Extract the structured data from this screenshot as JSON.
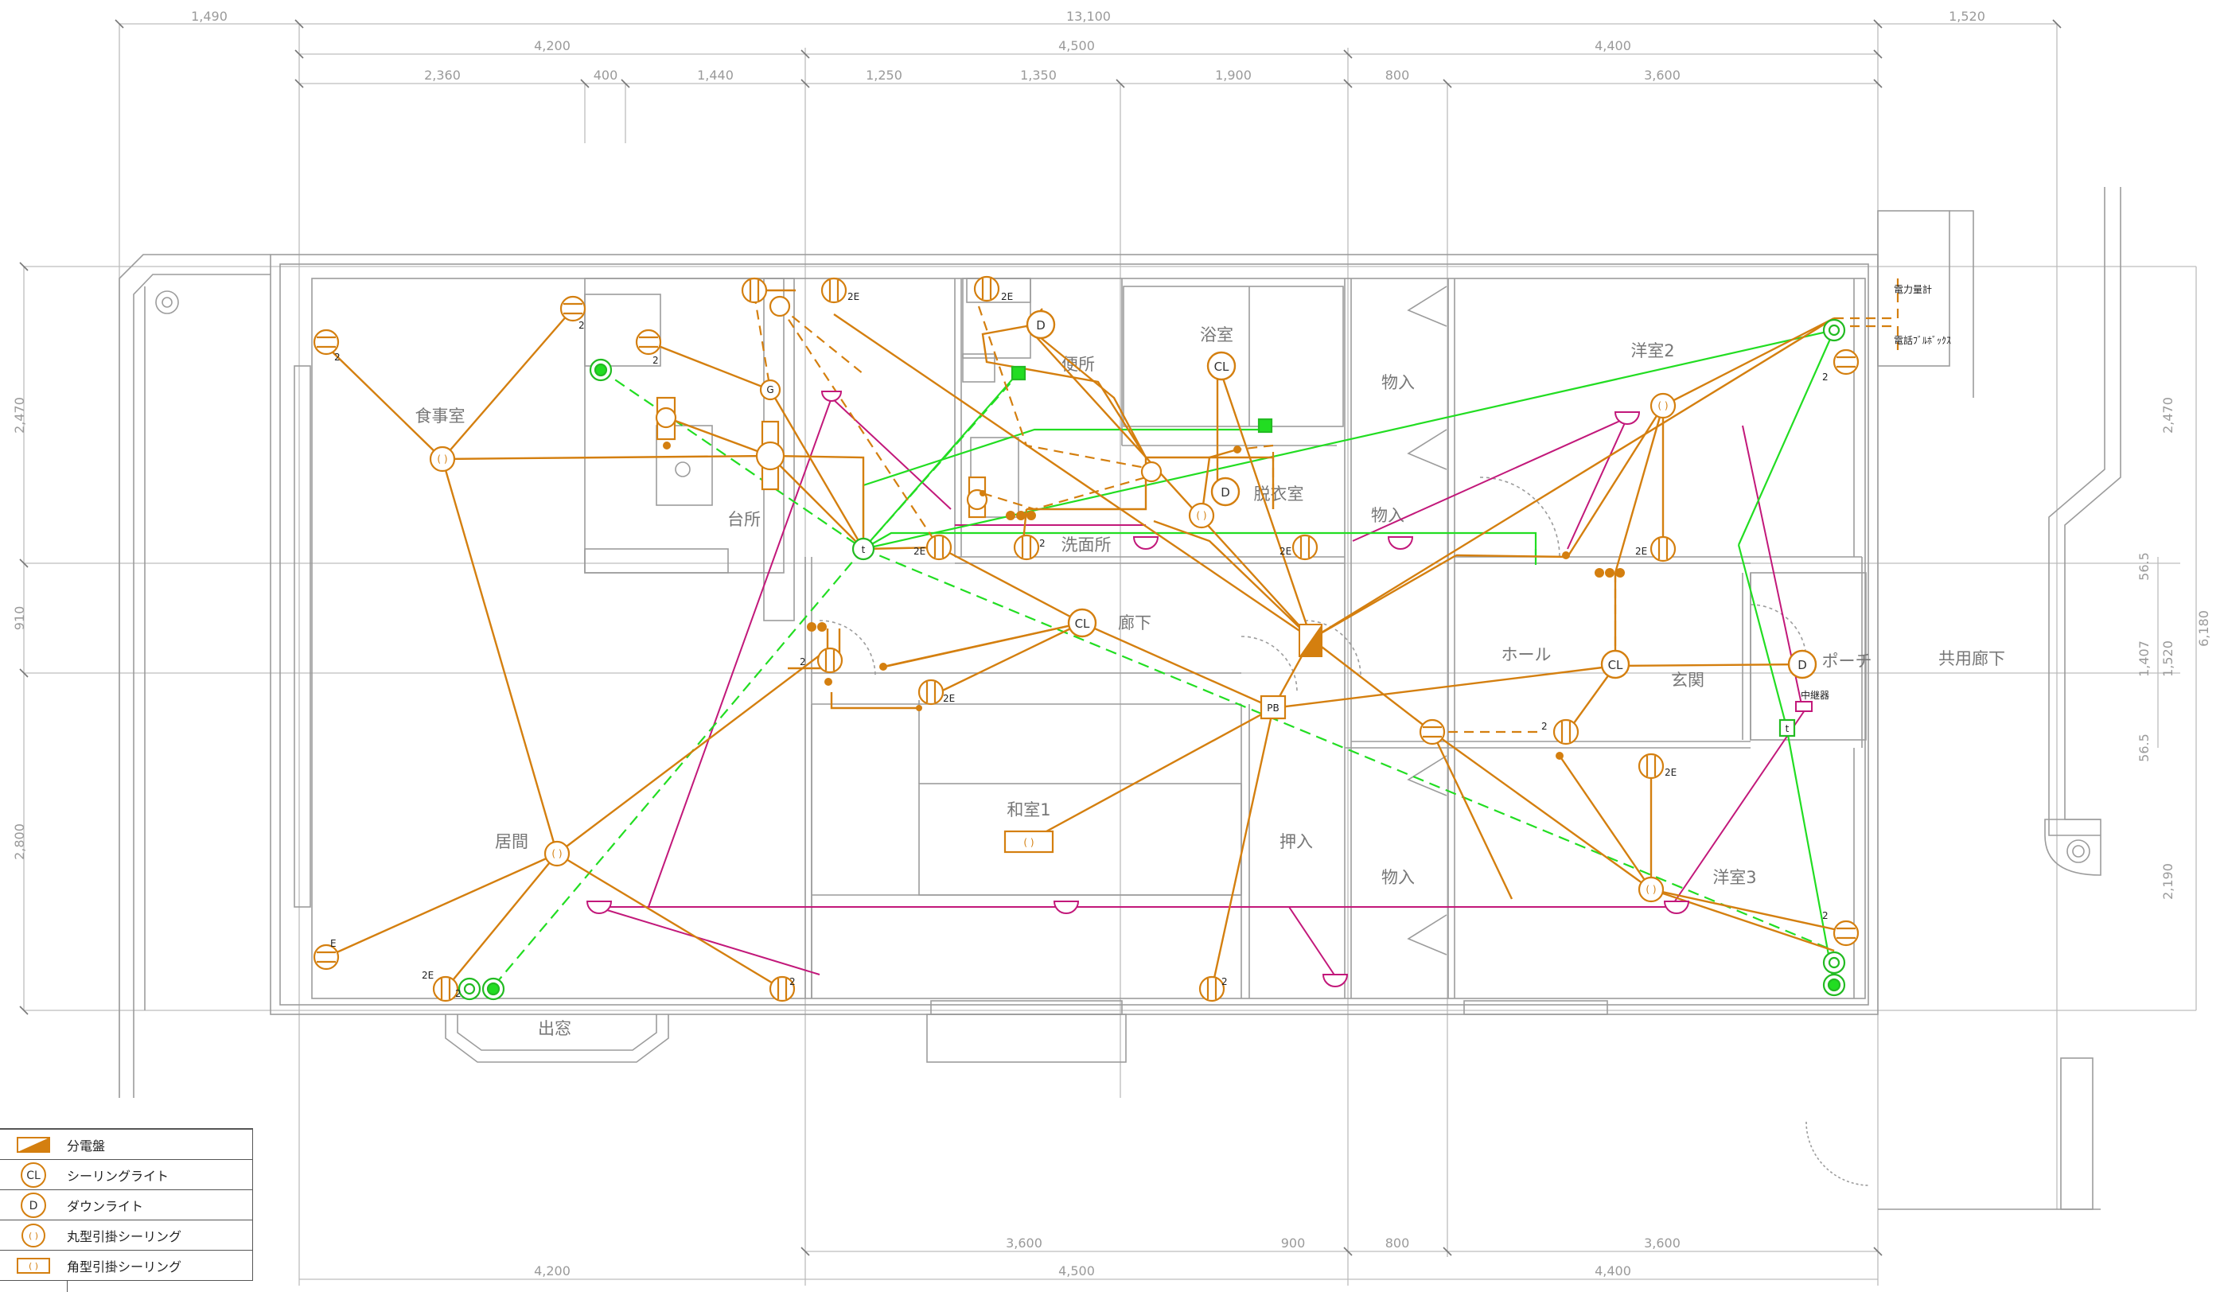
{
  "colors": {
    "wiring": "#d47f0f",
    "telecom": "#20dd20",
    "switch_line": "#c2187a",
    "grid": "#b8b8b8",
    "wall": "#9c9c9c"
  },
  "dimensions": {
    "top_overall": [
      "1,490",
      "13,100",
      "1,520"
    ],
    "top_mid": [
      "4,200",
      "4,500",
      "4,400"
    ],
    "top_detail": [
      "2,360",
      "400",
      "1,440",
      "1,250",
      "1,350",
      "1,900",
      "800",
      "3,600"
    ],
    "bottom_detail": [
      "3,600",
      "900",
      "800",
      "3,600"
    ],
    "bottom_mid": [
      "4,200",
      "4,500",
      "4,400"
    ],
    "left": [
      "2,470",
      "910",
      "2,800"
    ],
    "right_inner": [
      "2,470",
      "56.5",
      "1,407",
      "56.5",
      "2,190"
    ],
    "right_outer": [
      "1,520",
      "6,180"
    ]
  },
  "rooms": {
    "dining": "食事室",
    "kitchen": "台所",
    "living": "居間",
    "bay_window": "出窓",
    "toilet": "便所",
    "bath": "浴室",
    "dressing": "脱衣室",
    "washroom": "洗面所",
    "corridor": "廊下",
    "japanese_room": "和室1",
    "closet_oshiire": "押入",
    "storage_1": "物入",
    "storage_2": "物入",
    "storage_3": "物入",
    "western_2": "洋室2",
    "western_3": "洋室3",
    "hall": "ホール",
    "entrance": "玄関",
    "porch": "ポーチ",
    "common_corridor": "共用廊下"
  },
  "fixtures": {
    "cl": "CL",
    "d": "D",
    "pb": "PB",
    "t": "t",
    "g": "G",
    "e": "E",
    "two": "2",
    "two_e": "2E",
    "meter": "電力量計",
    "phone_box": "電話ﾌﾞﾙﾎﾞｯｸｽ",
    "relay": "中継器"
  },
  "legend": [
    {
      "icon": "distribution-board-icon",
      "label": "分電盤"
    },
    {
      "icon": "ceiling-light-icon",
      "symbol": "CL",
      "label": "シーリングライト"
    },
    {
      "icon": "downlight-icon",
      "symbol": "D",
      "label": "ダウンライト"
    },
    {
      "icon": "round-ceiling-hook-icon",
      "label": "丸型引掛シーリング"
    },
    {
      "icon": "square-ceiling-hook-icon",
      "label": "角型引掛シーリング"
    }
  ]
}
